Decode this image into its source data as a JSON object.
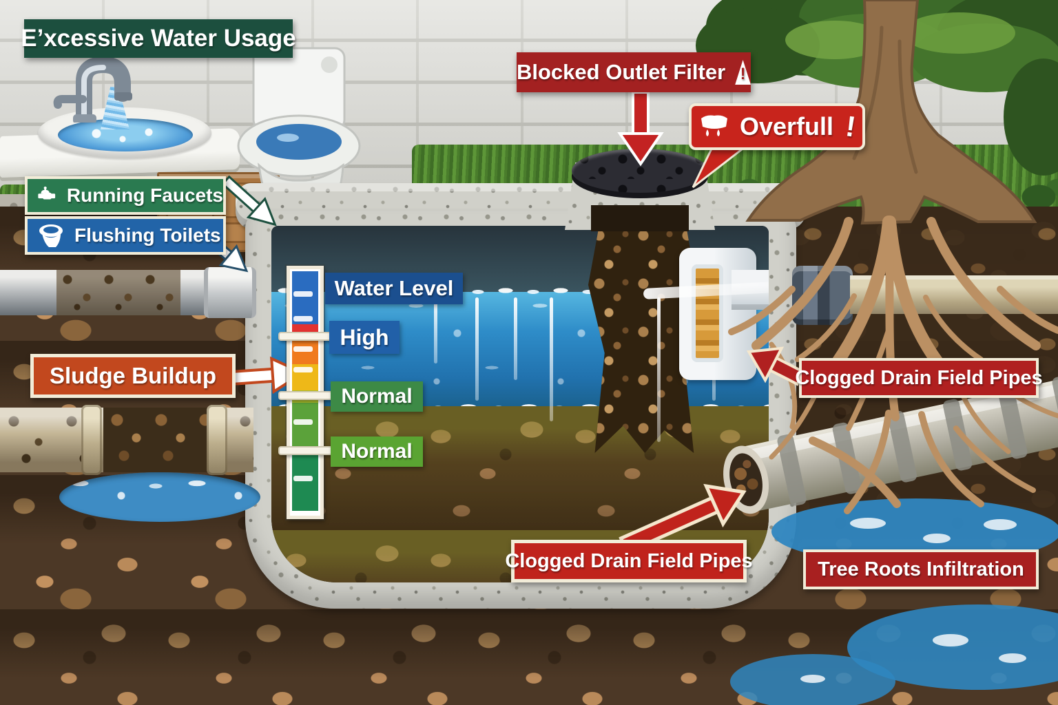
{
  "callouts": {
    "excessive_water_usage": {
      "label": "E’xcessive Water Usage",
      "color": "#1c4f3e"
    },
    "running_faucets": {
      "label": "Running Faucets",
      "color": "#2a7a50",
      "icon": "faucet-icon"
    },
    "flushing_toilets": {
      "label": "Flushing Toilets",
      "color": "#2264a8",
      "icon": "toilet-icon"
    },
    "sludge_buildup": {
      "label": "Sludge Buildup",
      "color": "#c2481e"
    },
    "blocked_outlet_filter": {
      "label": "Blocked Outlet Filter",
      "color": "#a32121",
      "icon": "warning-icon"
    },
    "overfull": {
      "label": "Overfull",
      "suffix": "!",
      "color": "#c8241c",
      "icon": "overflow-icon"
    },
    "clogged_drain_field_pipes_right": {
      "label": "Clogged Drain Field Pipes",
      "color": "#b02020"
    },
    "clogged_drain_field_pipes_bottom": {
      "label": "Clogged Drain Field Pipes",
      "color": "#c0231c"
    },
    "tree_roots_infiltration": {
      "label": "Tree Roots Infiltration",
      "color": "#a82020"
    }
  },
  "gauge": {
    "title": "Water Level",
    "title_color": "#1b4f8f",
    "levels": [
      {
        "label": "High",
        "color": "#2160a8"
      },
      {
        "label": "Normal",
        "color": "#3d8a46"
      },
      {
        "label": "Normal",
        "color": "#5aa432"
      }
    ],
    "segment_colors": [
      "#2a6cc0",
      "#e23230",
      "#f07a1e",
      "#eeb818",
      "#aabf2c",
      "#5ba23a",
      "#1e8a52"
    ]
  }
}
